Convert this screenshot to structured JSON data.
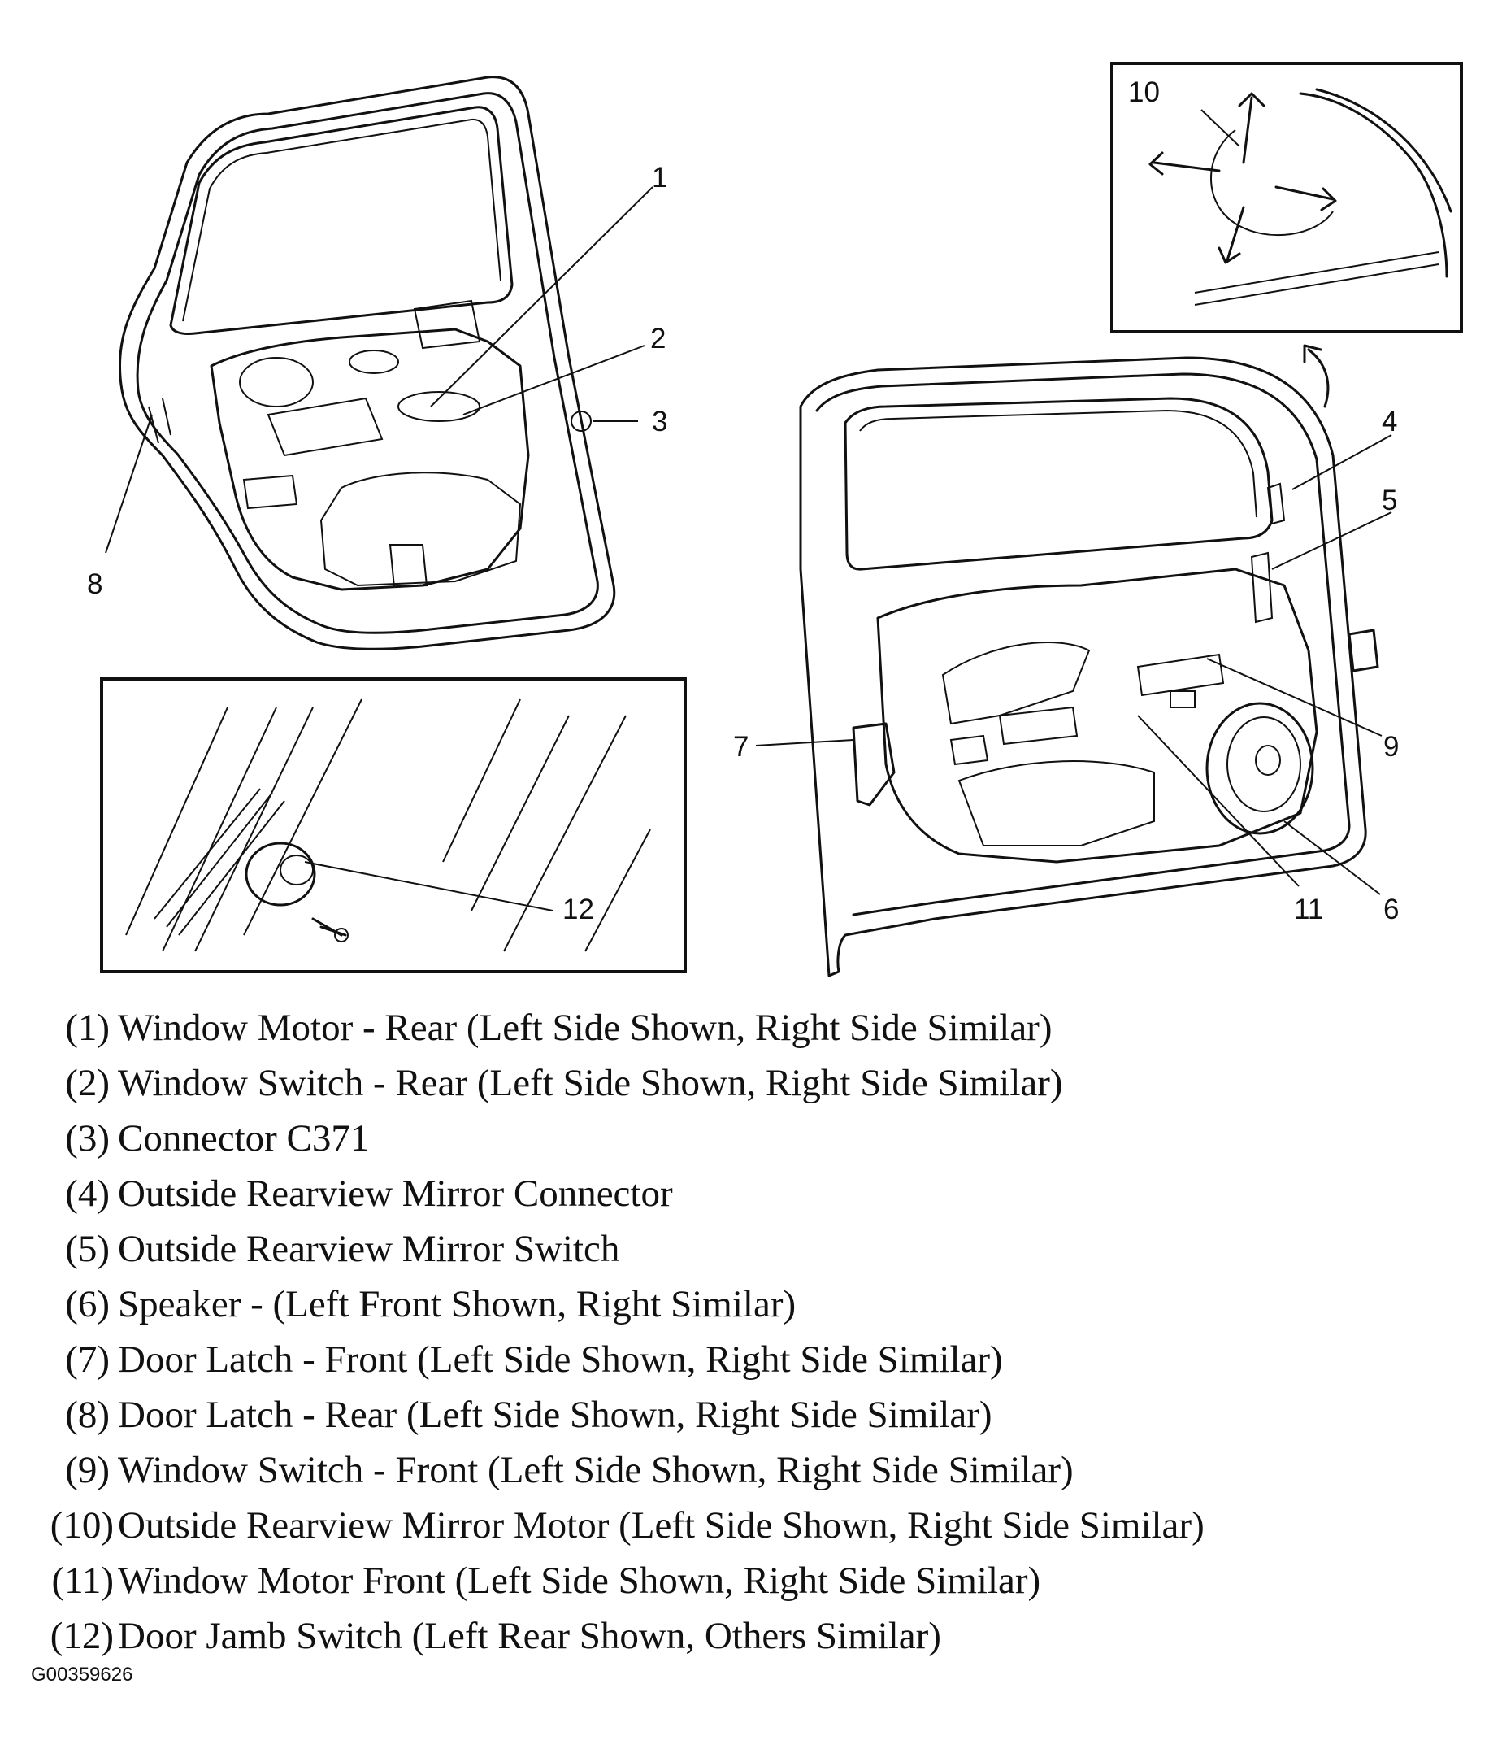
{
  "callouts": {
    "c1": "1",
    "c2": "2",
    "c3": "3",
    "c4": "4",
    "c5": "5",
    "c6": "6",
    "c7": "7",
    "c8": "8",
    "c9": "9",
    "c10": "10",
    "c11": "11",
    "c12": "12"
  },
  "legend": [
    {
      "num": "(1)",
      "text": "Window Motor - Rear (Left Side Shown, Right Side Similar)"
    },
    {
      "num": "(2)",
      "text": "Window Switch - Rear (Left Side Shown, Right Side Similar)"
    },
    {
      "num": "(3)",
      "text": "Connector C371"
    },
    {
      "num": "(4)",
      "text": "Outside Rearview Mirror Connector"
    },
    {
      "num": "(5)",
      "text": "Outside Rearview Mirror Switch"
    },
    {
      "num": "(6)",
      "text": "Speaker - (Left Front Shown, Right Similar)"
    },
    {
      "num": "(7)",
      "text": "Door Latch - Front (Left Side Shown, Right Side Similar)"
    },
    {
      "num": "(8)",
      "text": "Door Latch - Rear (Left Side Shown, Right Side Similar)"
    },
    {
      "num": "(9)",
      "text": "Window Switch - Front (Left Side Shown, Right Side Similar)"
    },
    {
      "num": "(10)",
      "text": "Outside Rearview Mirror Motor (Left Side Shown, Right Side Similar)"
    },
    {
      "num": "(11)",
      "text": "Window Motor Front (Left Side Shown, Right Side Similar)"
    },
    {
      "num": "(12)",
      "text": "Door Jamb Switch (Left Rear Shown, Others Similar)"
    }
  ],
  "figure_id": "G00359626"
}
